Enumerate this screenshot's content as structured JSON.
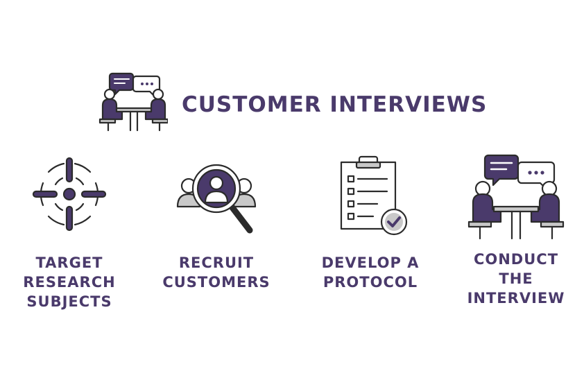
{
  "title": "CUSTOMER INTERVIEWS",
  "colors": {
    "accent": "#4a3a6b",
    "outline": "#2b2b2b",
    "neutral": "#c9c9c9",
    "background": "#ffffff"
  },
  "steps": [
    {
      "label": "TARGET\nRESEARCH\nSUBJECTS",
      "icon": "target-crosshair-icon"
    },
    {
      "label": "RECRUIT\nCUSTOMERS",
      "icon": "magnifier-people-icon"
    },
    {
      "label": "DEVELOP A\nPROTOCOL",
      "icon": "clipboard-checklist-icon"
    },
    {
      "label": "CONDUCT\nTHE\nINTERVIEW",
      "icon": "interview-table-icon"
    }
  ],
  "header_icon": "interview-table-icon"
}
